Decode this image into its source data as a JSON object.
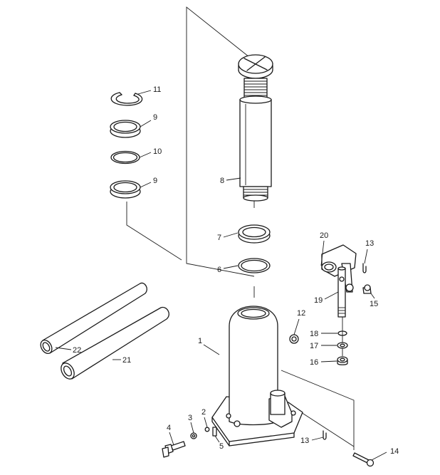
{
  "diagram": {
    "labels": {
      "p1": "1",
      "p2": "2",
      "p3": "3",
      "p4": "4",
      "p5": "5",
      "p6": "6",
      "p7": "7",
      "p8": "8",
      "p9a": "9",
      "p9b": "9",
      "p10": "10",
      "p11": "11",
      "p12": "12",
      "p13a": "13",
      "p13b": "13",
      "p14": "14",
      "p15": "15",
      "p16": "16",
      "p17": "17",
      "p18": "18",
      "p19": "19",
      "p20": "20",
      "p21": "21",
      "p22": "22"
    }
  }
}
